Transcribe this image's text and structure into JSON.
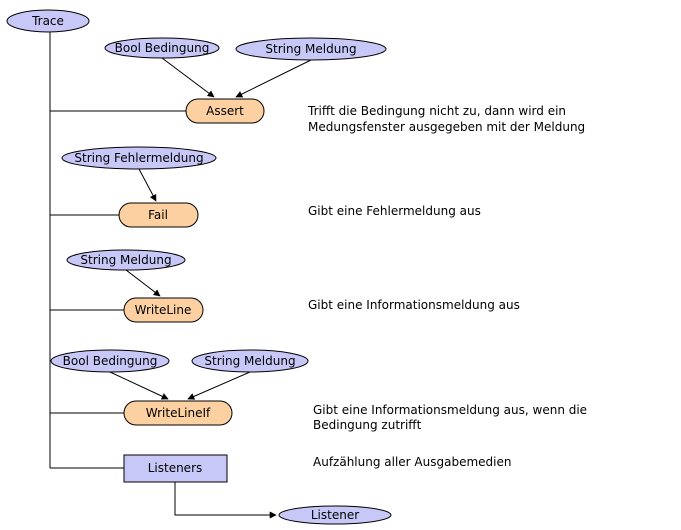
{
  "colors": {
    "param_fill": "#c8c8f8",
    "method_fill": "#fcd0a0",
    "class_fill": "#c8c8f8",
    "stroke": "#000000"
  },
  "root": {
    "label": "Trace"
  },
  "assert": {
    "params": [
      "Bool Bedingung",
      "String Meldung"
    ],
    "method": "Assert",
    "description": [
      "Trifft die Bedingung nicht zu, dann wird ein",
      "Medungsfenster ausgegeben mit der Meldung"
    ]
  },
  "fail": {
    "params": [
      "String Fehlermeldung"
    ],
    "method": "Fail",
    "description": [
      "Gibt eine Fehlermeldung aus"
    ]
  },
  "writeline": {
    "params": [
      "String Meldung"
    ],
    "method": "WriteLine",
    "description": [
      "Gibt eine Informationsmeldung aus"
    ]
  },
  "writelineif": {
    "params": [
      "Bool Bedingung",
      "String Meldung"
    ],
    "method": "WriteLineIf",
    "description": [
      "Gibt eine Informationsmeldung aus, wenn die",
      "Bedingung zutrifft"
    ]
  },
  "listeners": {
    "label": "Listeners",
    "description": [
      "Aufzählung aller Ausgabemedien"
    ],
    "child": "Listener"
  }
}
